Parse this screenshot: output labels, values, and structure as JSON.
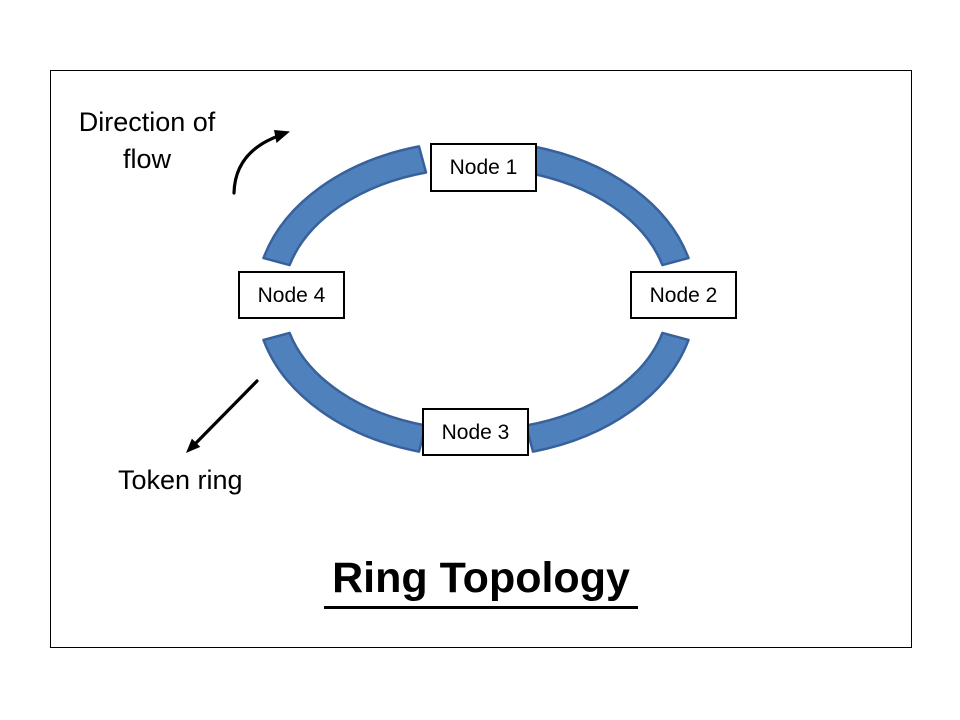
{
  "diagram": {
    "title": "Ring Topology",
    "nodes": [
      {
        "id": "node-1",
        "label": "Node 1",
        "position": "top"
      },
      {
        "id": "node-2",
        "label": "Node 2",
        "position": "right"
      },
      {
        "id": "node-3",
        "label": "Node 3",
        "position": "bottom"
      },
      {
        "id": "node-4",
        "label": "Node 4",
        "position": "left"
      }
    ],
    "annotations": {
      "direction_line1": "Direction of",
      "direction_line2": "flow",
      "token_label": "Token ring"
    },
    "colors": {
      "arc_fill": "#4f81bd",
      "arc_stroke": "#38619b",
      "line": "#000000",
      "background": "#ffffff"
    }
  }
}
